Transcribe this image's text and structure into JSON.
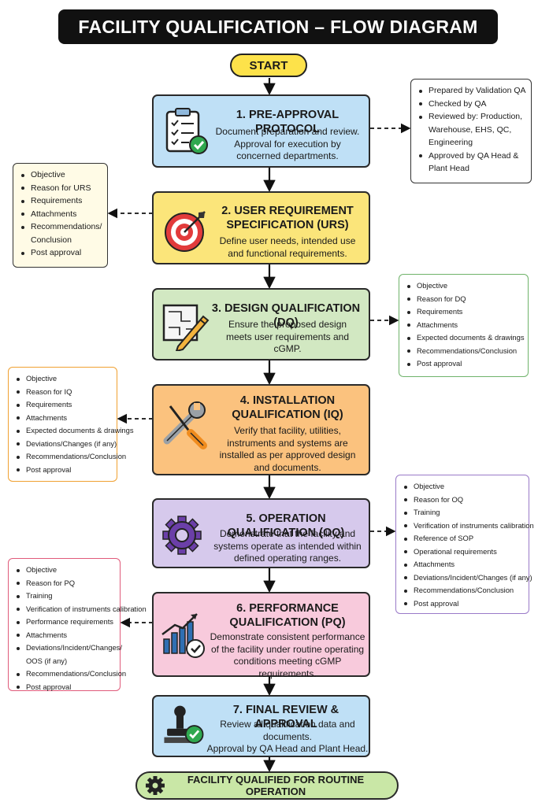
{
  "title": "FACILITY QUALIFICATION – FLOW DIAGRAM",
  "start": "START",
  "steps": [
    {
      "title_lines": [
        "1. PRE-APPROVAL PROTOCOL"
      ],
      "desc_lines": [
        "Document preparation and review.",
        "Approval for execution by",
        "concerned departments."
      ],
      "color": "#bfe0f6",
      "icon": "clipboard-check-icon"
    },
    {
      "title_lines": [
        "2. USER REQUIREMENT",
        "SPECIFICATION (URS)"
      ],
      "desc_lines": [
        "Define user needs, intended use",
        "and functional requirements."
      ],
      "color": "#fbe57a",
      "icon": "target-icon"
    },
    {
      "title_lines": [
        "3. DESIGN QUALIFICATION (DQ)"
      ],
      "desc_lines": [
        "Ensure the proposed design",
        "meets user requirements and",
        "cGMP."
      ],
      "color": "#d2e8c2",
      "icon": "blueprint-pencil-icon"
    },
    {
      "title_lines": [
        "4. INSTALLATION",
        "QUALIFICATION (IQ)"
      ],
      "desc_lines": [
        "Verify that facility, utilities,",
        "instruments and systems are",
        "installed as per approved design",
        "and documents."
      ],
      "color": "#fbc27e",
      "icon": "wrench-screwdriver-icon"
    },
    {
      "title_lines": [
        "5. OPERATION QUALIFICATION (OQ)"
      ],
      "desc_lines": [
        "Demonstrate that the facility and",
        "systems operate as intended within",
        "defined operating ranges."
      ],
      "color": "#d6c9ec",
      "icon": "gear-icon"
    },
    {
      "title_lines": [
        "6. PERFORMANCE",
        "QUALIFICATION (PQ)"
      ],
      "desc_lines": [
        "Demonstrate consistent performance",
        "of the facility under routine operating",
        "conditions meeting cGMP",
        "requirements."
      ],
      "color": "#f8cadc",
      "icon": "chart-check-icon"
    },
    {
      "title_lines": [
        "7. FINAL REVIEW & APPROVAL"
      ],
      "desc_lines": [
        "Review all qualification data and",
        "documents.",
        "Approval by QA Head and Plant Head."
      ],
      "color": "#bfe0f6",
      "icon": "stamp-check-icon"
    }
  ],
  "side_notes": [
    {
      "items": [
        "Prepared by Validation QA",
        "Checked by QA",
        "Reviewed by: Production,",
        "Warehouse, EHS, QC,",
        "Engineering",
        "Approved by QA Head &",
        "Plant Head"
      ],
      "border": "#333333",
      "bg": "#ffffff"
    },
    {
      "items": [
        "Objective",
        "Reason for URS",
        "Requirements",
        "Attachments",
        "Recommendations/",
        "Conclusion",
        "Post approval"
      ],
      "border": "#333333",
      "bg": "#fffbe6"
    },
    {
      "items": [
        "Objective",
        "Reason for DQ",
        "Requirements",
        "Attachments",
        "Expected documents & drawings",
        "Recommendations/Conclusion",
        "Post approval"
      ],
      "border": "#6fb36a",
      "bg": "#ffffff"
    },
    {
      "items": [
        "Objective",
        "Reason for IQ",
        "Requirements",
        "Attachments",
        "Expected documents & drawings",
        "Deviations/Changes (if any)",
        "Recommendations/Conclusion",
        "Post approval"
      ],
      "border": "#f0a030",
      "bg": "#ffffff"
    },
    {
      "items": [
        "Objective",
        "Reason for OQ",
        "Training",
        "Verification of instruments calibration",
        "Reference of SOP",
        "Operational requirements",
        "Attachments",
        "Deviations/Incident/Changes (if any)",
        "Recommendations/Conclusion",
        "Post approval"
      ],
      "border": "#9a7ac8",
      "bg": "#ffffff"
    },
    {
      "items": [
        "Objective",
        "Reason for PQ",
        "Training",
        "Verification of instruments calibration",
        "Performance requirements",
        "Attachments",
        "Deviations/Incident/Changes/",
        "OOS (if any)",
        "Recommendations/Conclusion",
        "Post approval"
      ],
      "border": "#e05a7a",
      "bg": "#ffffff"
    }
  ],
  "final": "FACILITY QUALIFIED FOR ROUTINE OPERATION"
}
